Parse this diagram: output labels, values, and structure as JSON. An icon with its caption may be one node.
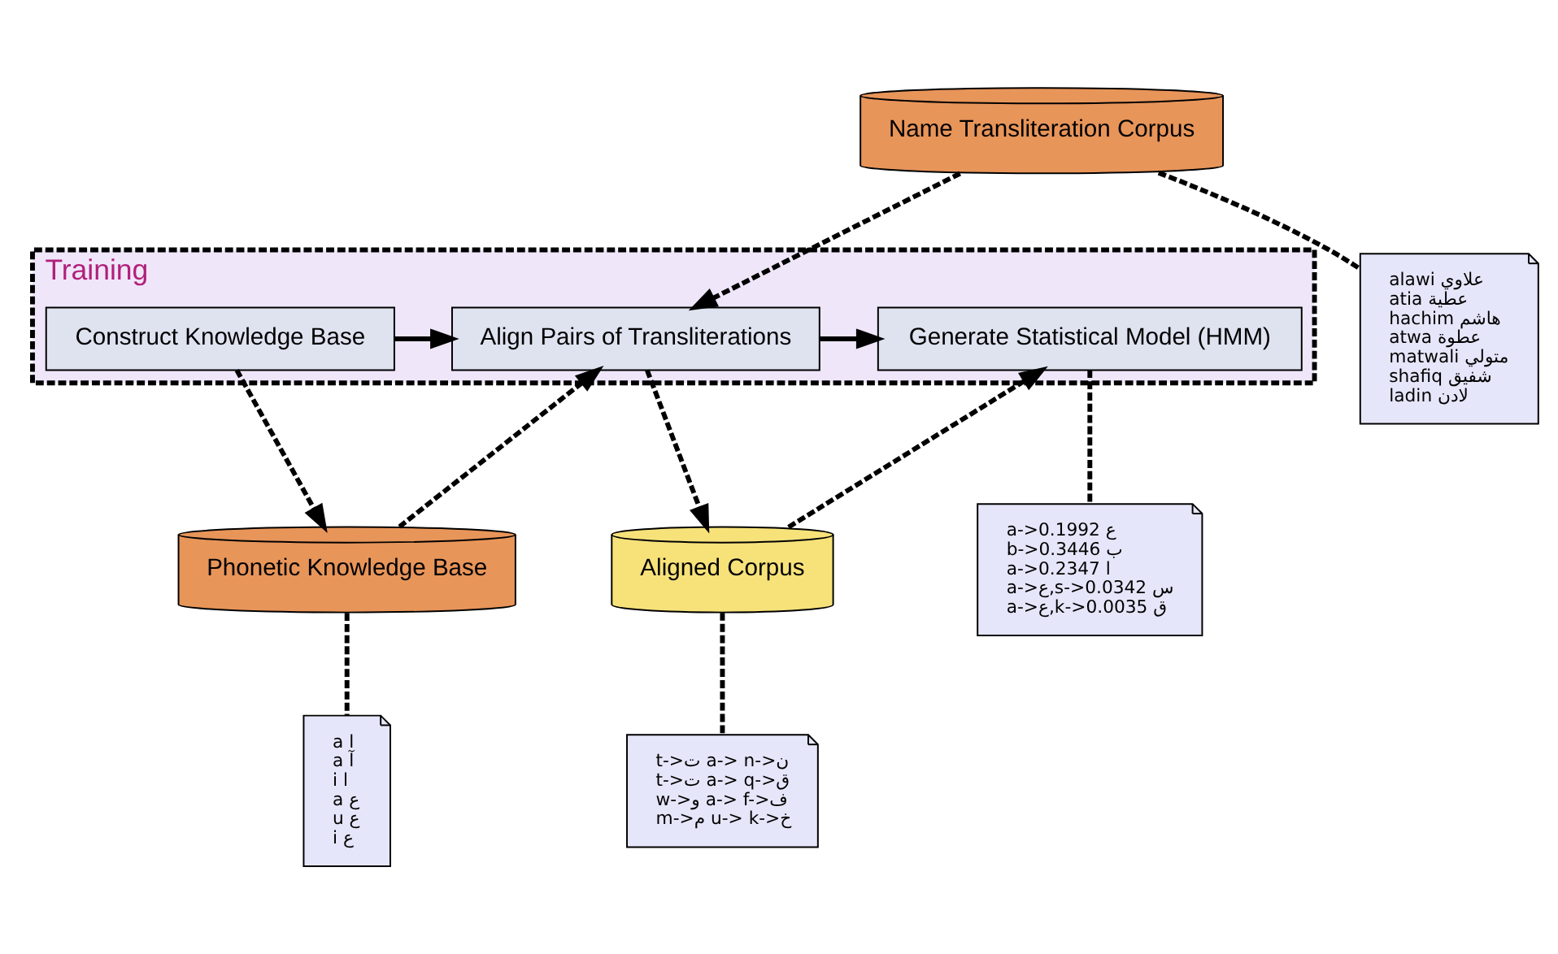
{
  "diagram": {
    "nodes": [
      {
        "text": [
          "Training"
        ]
      },
      {
        "text": [
          "Construct Knowledge Base"
        ],
        "in": 0
      },
      {
        "text": [
          "Align Pairs of Transliterations"
        ],
        "in": 0
      },
      {
        "text": [
          "Generate Statistical Model (HMM)"
        ],
        "in": 0
      },
      {
        "text": [
          "Phonetic Knowledge Base"
        ]
      },
      {
        "text": [
          "Name Transliteration Corpus"
        ]
      },
      {
        "text": [
          "Aligned Corpus"
        ]
      },
      {
        "text": [
          "a ا",
          "a آ",
          "i ا",
          "a ع",
          "u ع",
          "i ع"
        ]
      },
      {
        "text": [
          "alawi علاوي",
          "atia عطية",
          "hachim هاشم",
          "atwa عطوة",
          "matwali متولي",
          "shafiq شفيق",
          "ladin لادن"
        ]
      },
      {
        "text": [
          "t->ت a-> n->ن",
          "t->ت a-> q->ق",
          "w->و a-> f->ف",
          "m->م u-> k->خ"
        ]
      },
      {
        "text": [
          "a->ع 0.1992",
          "b->ب 0.3446",
          "a->ا 0.2347",
          "a->ع,s->س 0.0342",
          "a->ع,k->ق 0.0035"
        ]
      }
    ],
    "edges": [
      {
        "from": 1,
        "to": 2,
        "arrow": "to"
      },
      {
        "from": 2,
        "to": 3,
        "arrow": "to"
      },
      {
        "from": 1,
        "to": 4,
        "arrow": "to",
        "style": "dashed"
      },
      {
        "from": 4,
        "to": 2,
        "arrow": "to",
        "style": "dashed"
      },
      {
        "from": 5,
        "to": 2,
        "arrow": "to",
        "style": "dashed"
      },
      {
        "from": 2,
        "to": 6,
        "arrow": "to",
        "style": "dashed"
      },
      {
        "from": 6,
        "to": 3,
        "arrow": "to",
        "style": "dashed"
      },
      {
        "from": 4,
        "to": 7,
        "arrow": "none",
        "style": "dashed"
      },
      {
        "from": 5,
        "to": 8,
        "arrow": "none",
        "style": "dashed"
      },
      {
        "from": 6,
        "to": 9,
        "arrow": "none",
        "style": "dashed"
      },
      {
        "from": 3,
        "to": 10,
        "arrow": "none",
        "style": "dashed"
      }
    ]
  }
}
